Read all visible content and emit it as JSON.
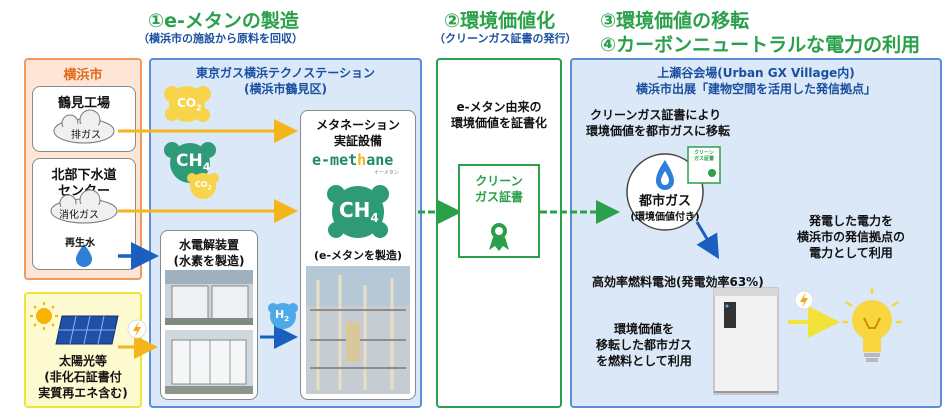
{
  "headers": {
    "h1": "①e-メタンの製造",
    "h1_sub": "（横浜市の施設から原料を回収）",
    "h2": "②環境価値化",
    "h2_sub": "（クリーンガス証書の発行）",
    "h3": "③環境価値の移転",
    "h4": "④カーボンニュートラルな電力の利用"
  },
  "yokohama": {
    "title": "横浜市",
    "tsurumi": "鶴見工場",
    "exhaust": "排ガス",
    "hokubu_1": "北部下水道",
    "hokubu_2": "センター",
    "digestion_gas": "消化ガス",
    "recycled_water": "再生水"
  },
  "solar": {
    "line1": "太陽光等",
    "line2": "(非化石証書付",
    "line3": "実質再エネ含む)"
  },
  "tokyogas": {
    "title": "東京ガス横浜テクノステーション",
    "subtitle": "(横浜市鶴見区)",
    "co2": "CO",
    "co2_sub": "2",
    "ch4": "CH",
    "ch4_sub": "4",
    "electrolyzer_1": "水電解装置",
    "electrolyzer_2": "(水素を製造)",
    "h2": "H",
    "h2_sub": "2",
    "methanation_1": "メタネーション",
    "methanation_2": "実証設備",
    "brand_pre": "e-met",
    "brand_mid": "h",
    "brand_post": "ane",
    "brand_note": "イーメタン",
    "methane_made": "(e-メタンを製造)"
  },
  "certification": {
    "desc_1": "e-メタン由来の",
    "desc_2": "環境価値を証書化",
    "cert_1": "クリーン",
    "cert_2": "ガス証書"
  },
  "venue": {
    "title_1": "上瀬谷会場(Urban GX Village内)",
    "title_2": "横浜市出展「建物空間を活用した発信拠点」",
    "transfer_1": "クリーンガス証書により",
    "transfer_2": "環境価値を都市ガスに移転",
    "citygas_1": "都市ガス",
    "citygas_2": "(環境価値付き)",
    "minicert": "クリーン\nガス証書",
    "fuelcell": "高効率燃料電池(発電効率63%)",
    "env_1": "環境価値を",
    "env_2": "移転した都市ガス",
    "env_3": "を燃料として利用",
    "power_1": "発電した電力を",
    "power_2": "横浜市の発信拠点の",
    "power_3": "電力として利用"
  },
  "colors": {
    "green": "#2aa04a",
    "blue": "#1a4fa0",
    "orange_panel": "#fde6d6",
    "blue_panel": "#dbe8f7",
    "yellow_arrow": "#f2b51c",
    "teal": "#2f9a78"
  }
}
